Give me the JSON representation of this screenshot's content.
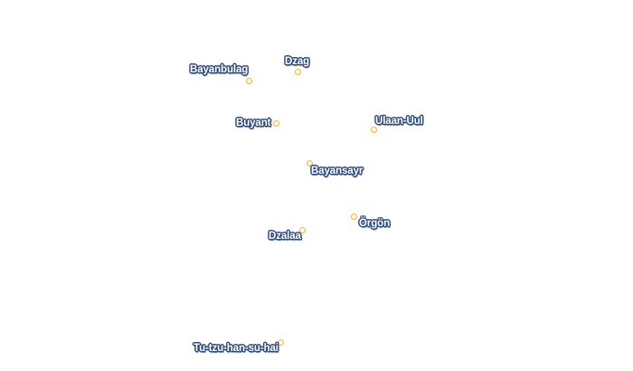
{
  "map": {
    "places": [
      {
        "id": "dzag",
        "name": "Dzag"
      },
      {
        "id": "bayanbulag",
        "name": "Bayanbulag"
      },
      {
        "id": "buyant",
        "name": "Buyant"
      },
      {
        "id": "ulaan-uul",
        "name": "Ulaan-Uul"
      },
      {
        "id": "bayansayr",
        "name": "Bayansayr"
      },
      {
        "id": "orgon",
        "name": "Örgön"
      },
      {
        "id": "dzalaa",
        "name": "Dzalaa"
      },
      {
        "id": "tu-tzu-han-su-hai",
        "name": "Tu-tzu-han-su-hai"
      }
    ],
    "colors": {
      "label_fill": "#ffffff",
      "label_halo": "#2e4a7a",
      "marker_stroke": "#f0b43c",
      "background": "#ffffff"
    }
  }
}
